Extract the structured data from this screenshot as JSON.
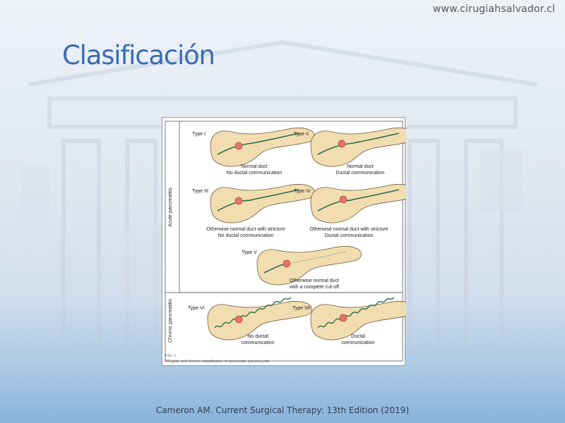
{
  "header": {
    "site_url": "www.cirugiahsalvador.cl"
  },
  "slide": {
    "title": "Clasificación"
  },
  "figure": {
    "group_labels": [
      "Acute pancreatitis",
      "Chronic pancreatitis"
    ],
    "panels": [
      {
        "type": "Type I",
        "line1": "Normal duct",
        "line2": "No ductal communication"
      },
      {
        "type": "Type II",
        "line1": "Normal duct",
        "line2": "Ductal communication"
      },
      {
        "type": "Type III",
        "line1": "Otherwise normal duct with stricture",
        "line2": "No ductal communication"
      },
      {
        "type": "Type IV",
        "line1": "Otherwise normal duct with stricture",
        "line2": "Ductal communication"
      },
      {
        "type": "Type V",
        "line1": "Otherwise normal duct",
        "line2": "with a complete cut-off"
      },
      {
        "type": "Type VI",
        "line1": "No ductal",
        "line2": "communication"
      },
      {
        "type": "Type VII",
        "line1": "Ductal",
        "line2": "communication"
      }
    ],
    "fig_label": "FIG. 1",
    "caption": "D'Egidio and Schein classification of pancreatic pseudocysts.",
    "colors": {
      "pancreas": "#f1ddb0",
      "outline": "#6e5a3a",
      "duct": "#2e6b4c",
      "cyst": "#e8736b"
    }
  },
  "footer": {
    "citation": "Cameron AM. Current Surgical Therapy: 13th Edition (2019)"
  }
}
